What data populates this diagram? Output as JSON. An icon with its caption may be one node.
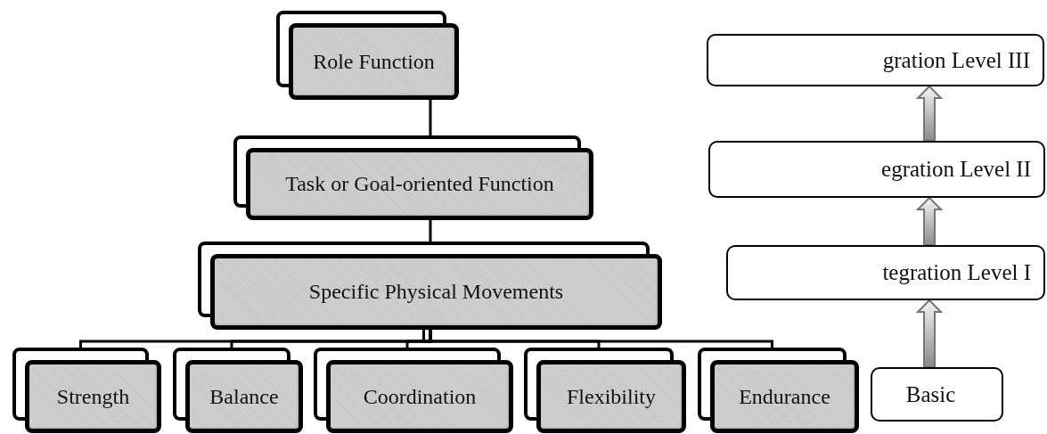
{
  "diagram": {
    "nodes": [
      {
        "text": [
          "Role Function"
        ]
      },
      {
        "text": [
          "Task or Goal-oriented Function"
        ]
      },
      {
        "text": [
          "Specific Physical Movements"
        ]
      },
      {
        "text": [
          "Strength"
        ]
      },
      {
        "text": [
          "Balance"
        ]
      },
      {
        "text": [
          "Coordination"
        ]
      },
      {
        "text": [
          "Flexibility"
        ]
      },
      {
        "text": [
          "Endurance"
        ]
      },
      {
        "text": [
          "gration Level III"
        ]
      },
      {
        "text": [
          "egration Level II"
        ]
      },
      {
        "text": [
          "tegration Level I"
        ]
      },
      {
        "text": [
          "Basic"
        ]
      }
    ],
    "edges": [
      {
        "from": 0,
        "to": 1,
        "arrow": "none"
      },
      {
        "from": 1,
        "to": 2,
        "arrow": "none"
      },
      {
        "from": 2,
        "to": 3,
        "arrow": "none"
      },
      {
        "from": 2,
        "to": 4,
        "arrow": "none"
      },
      {
        "from": 2,
        "to": 5,
        "arrow": "none"
      },
      {
        "from": 2,
        "to": 6,
        "arrow": "none"
      },
      {
        "from": 2,
        "to": 7,
        "arrow": "none"
      },
      {
        "from": 11,
        "to": 10,
        "arrow": "to"
      },
      {
        "from": 10,
        "to": 9,
        "arrow": "to"
      },
      {
        "from": 9,
        "to": 8,
        "arrow": "to"
      }
    ]
  }
}
